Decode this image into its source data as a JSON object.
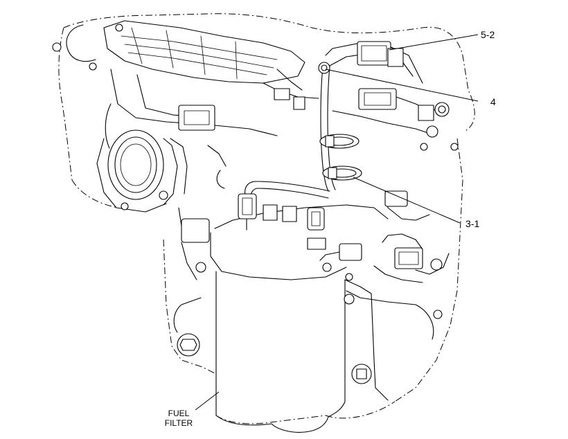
{
  "callouts": [
    {
      "id": "c52",
      "text": "5-2"
    },
    {
      "id": "c4",
      "text": "4"
    },
    {
      "id": "c31",
      "text": "3-1"
    }
  ],
  "fuel_filter_label": {
    "line1": "FUEL",
    "line2": "FILTER"
  }
}
